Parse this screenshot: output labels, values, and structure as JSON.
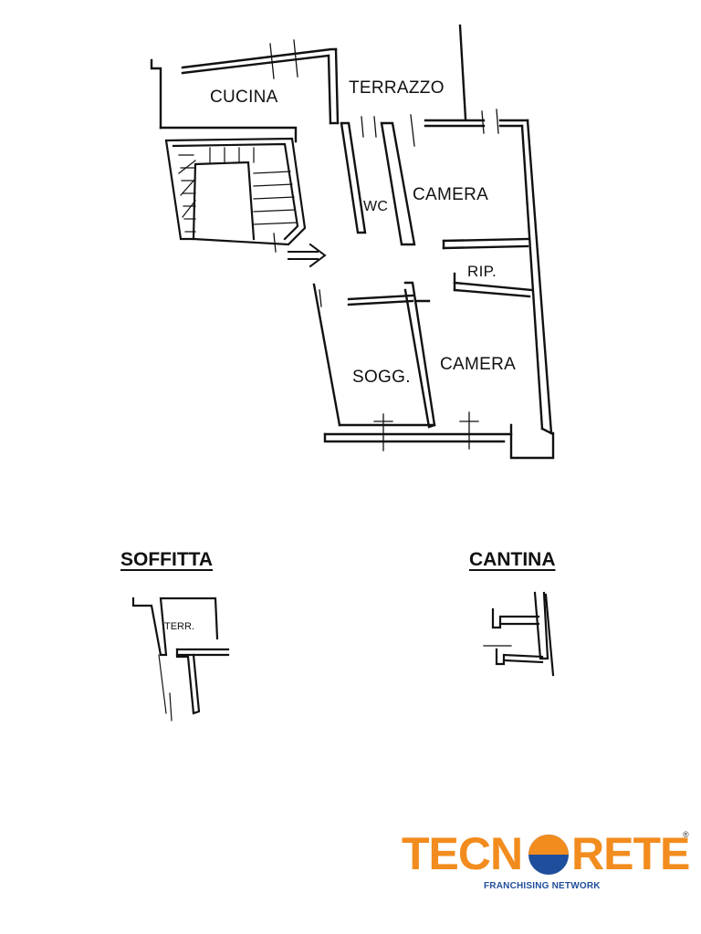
{
  "rooms": {
    "cucina": "CUCINA",
    "terrazzo": "TERRAZZO",
    "wc": "WC",
    "camera_1": "CAMERA",
    "rip": "RIP.",
    "sogg": "SOGG.",
    "camera_2": "CAMERA"
  },
  "sections": {
    "soffitta": {
      "title": "SOFFITTA",
      "label": "TERR."
    },
    "cantina": {
      "title": "CANTINA"
    }
  },
  "brand": {
    "name_part1": "TECN",
    "name_part2": "RETE",
    "tagline": "FRANCHISING NETWORK",
    "registered_mark": "®",
    "colors": {
      "orange": "#f28c1e",
      "blue": "#1f4e9c"
    }
  }
}
